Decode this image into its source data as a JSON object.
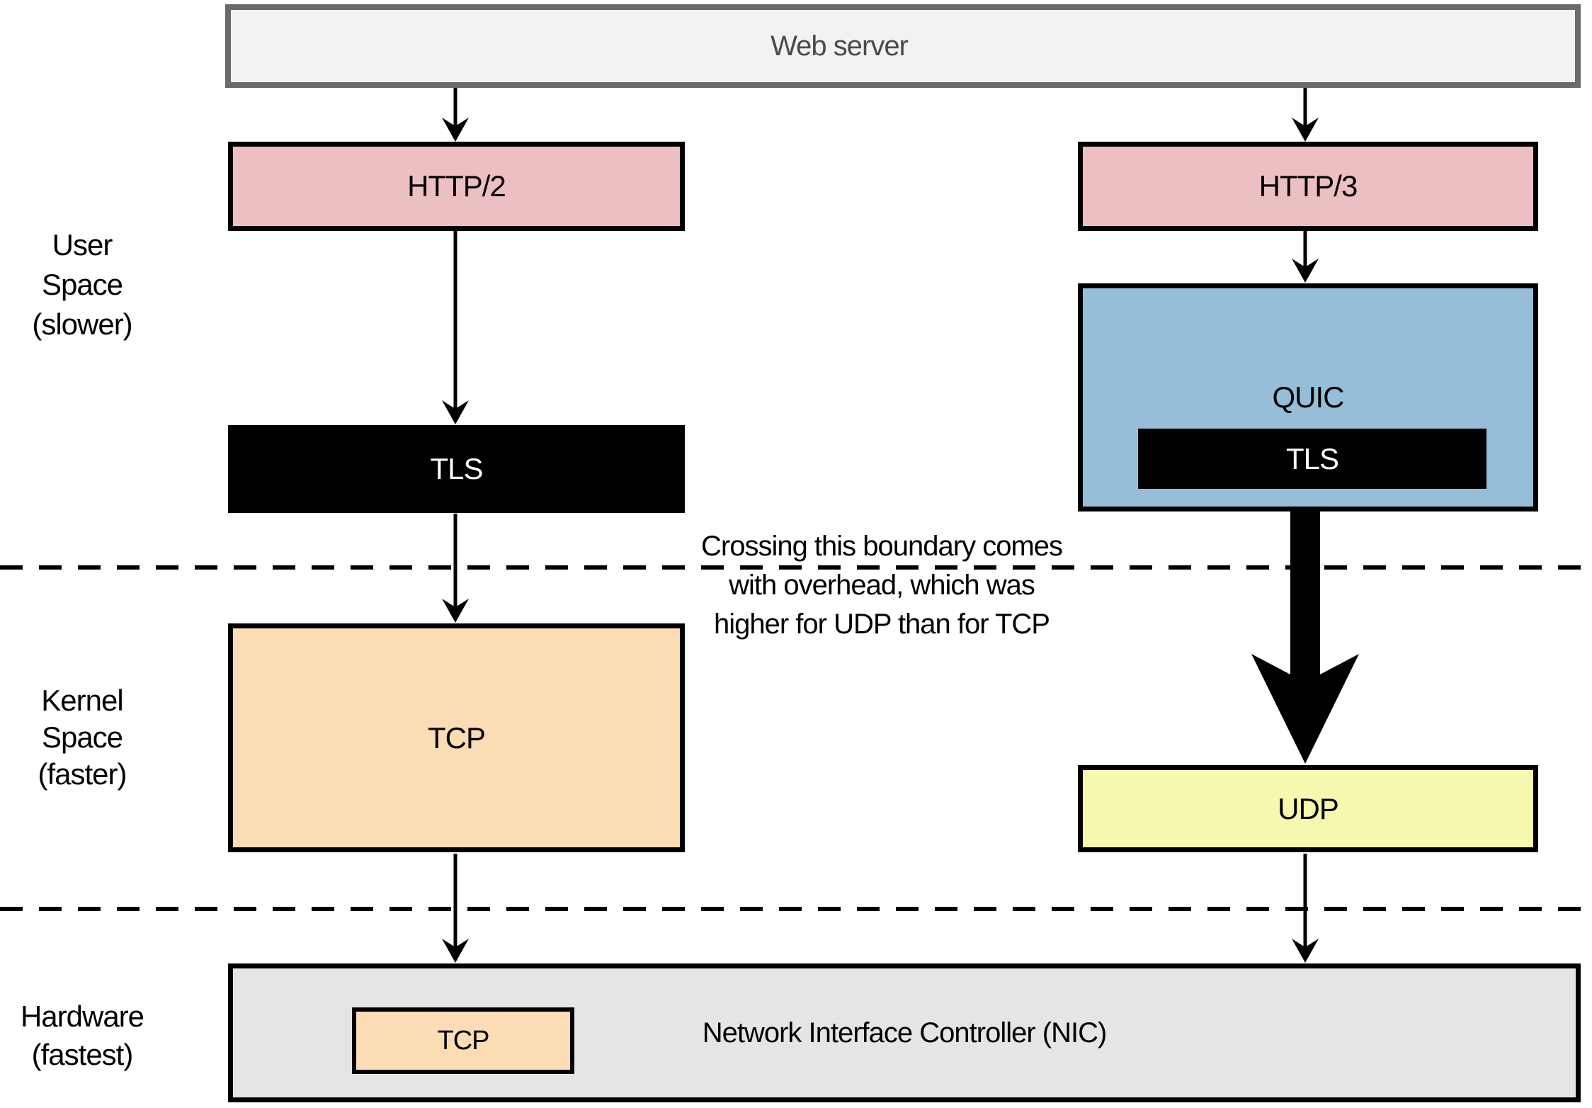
{
  "nodes": {
    "web_server": {
      "label": "Web server"
    },
    "http2": {
      "label": "HTTP/2"
    },
    "http3": {
      "label": "HTTP/3"
    },
    "tls": {
      "label": "TLS"
    },
    "quic": {
      "label": "QUIC"
    },
    "quic_tls": {
      "label": "TLS"
    },
    "tcp": {
      "label": "TCP"
    },
    "udp": {
      "label": "UDP"
    },
    "nic": {
      "label": "Network Interface Controller (NIC)"
    },
    "nic_tcp": {
      "label": "TCP"
    }
  },
  "zone_labels": {
    "user_space": {
      "line1": "User",
      "line2": "Space",
      "line3": "(slower)"
    },
    "kernel_space": {
      "line1": "Kernel",
      "line2": "Space",
      "line3": "(faster)"
    },
    "hardware": {
      "line1": "Hardware",
      "line2": "(fastest)"
    }
  },
  "annotation": {
    "line1": "Crossing this boundary comes",
    "line2": "with overhead, which was",
    "line3": "higher for UDP than for TCP"
  },
  "colors": {
    "http_pink": "#ecc0c3",
    "quic_blue": "#96bed9",
    "tcp_peach": "#fcdcb5",
    "udp_yellow": "#f6f8b0",
    "web_server_gray": "#f2f2f2",
    "web_server_border": "#6a6a6a",
    "nic_gray": "#e5e5e5",
    "tls_black": "#000000",
    "arrow_black": "#000000"
  }
}
